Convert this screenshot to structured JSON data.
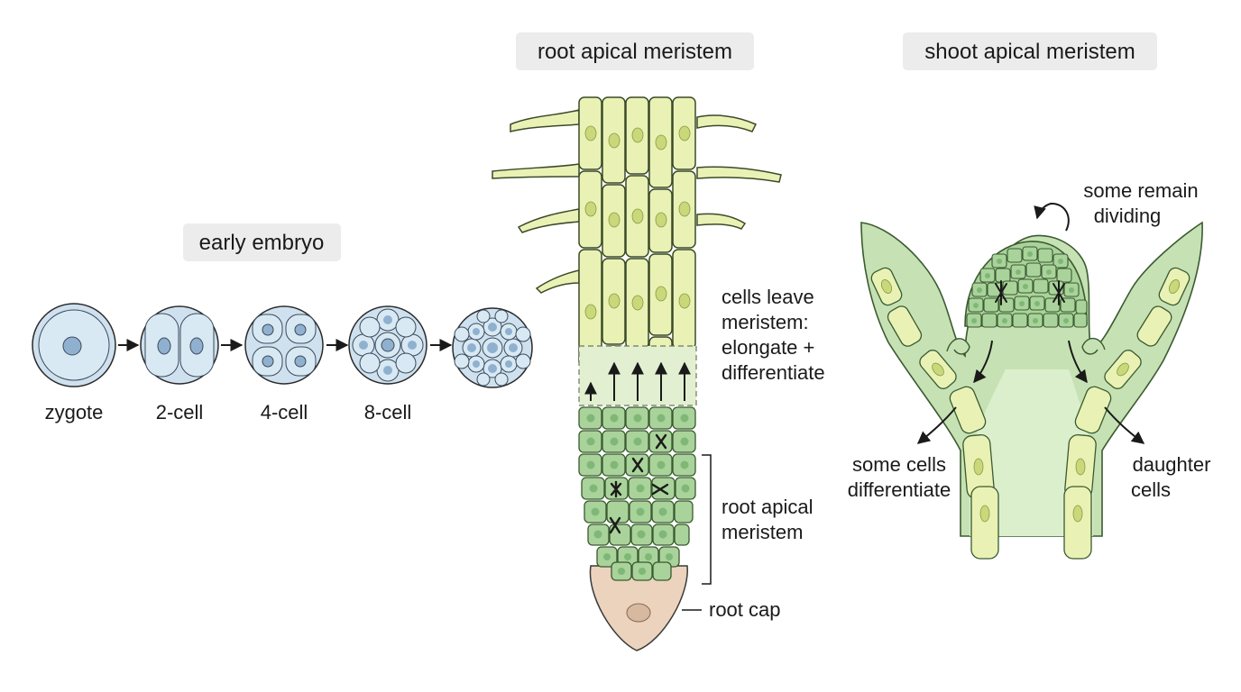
{
  "headings": {
    "early_embryo": "early embryo",
    "root_apical_meristem": "root apical meristem",
    "shoot_apical_meristem": "shoot apical meristem"
  },
  "embryo_stages": [
    "zygote",
    "2-cell",
    "4-cell",
    "8-cell"
  ],
  "root_labels": {
    "leave_line1": "cells leave",
    "leave_line2": "meristem:",
    "leave_line3": "elongate +",
    "leave_line4": "differentiate",
    "ram_line1": "root apical",
    "ram_line2": "meristem",
    "root_cap": "root cap"
  },
  "shoot_labels": {
    "remain_line1": "some remain",
    "remain_line2": "dividing",
    "diff_line1": "some cells",
    "diff_line2": "differentiate",
    "daughter_line1": "daughter",
    "daughter_line2": "cells"
  },
  "colors": {
    "embryo_cell": "#cfe1ef",
    "embryo_nucleus": "#8fb1cf",
    "elongated_cell": "#e9f2b4",
    "meristem_cell": "#a9d39a",
    "meristem_nucleus": "#7fb876",
    "root_cap": "#ecd3bd",
    "shoot_tissue": "#d7ecc9",
    "pill_bg": "#ececec"
  }
}
